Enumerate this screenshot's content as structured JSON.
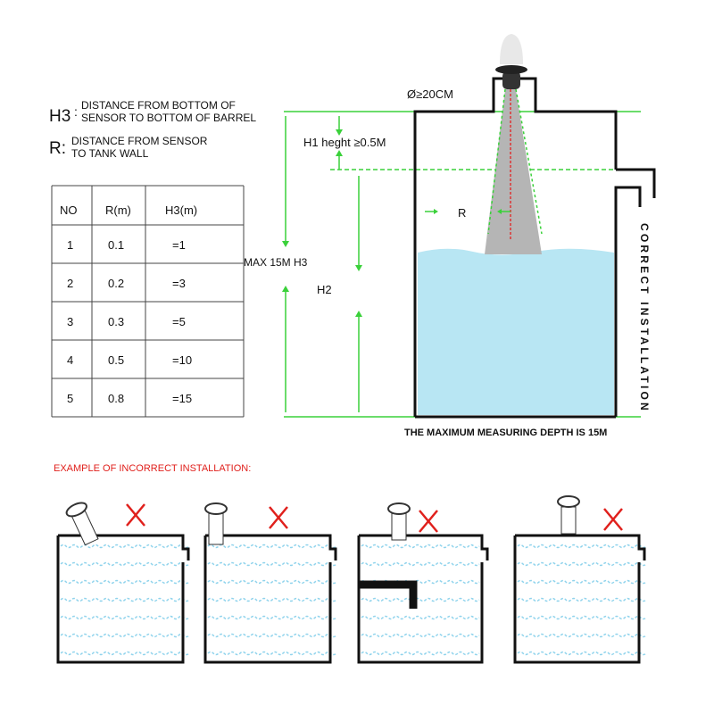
{
  "legend": {
    "h3_symbol": "H3",
    "h3_line1": "DISTANCE FROM BOTTOM OF",
    "h3_line2": "SENSOR TO BOTTOM OF BARREL",
    "r_symbol": "R:",
    "r_line1": "DISTANCE FROM SENSOR",
    "r_line2": "TO TANK WALL"
  },
  "table": {
    "headers": [
      "NO",
      "R(m)",
      "H3(m)"
    ],
    "rows": [
      [
        "1",
        "0.1",
        "=1"
      ],
      [
        "2",
        "0.2",
        "=3"
      ],
      [
        "3",
        "0.3",
        "=5"
      ],
      [
        "4",
        "0.5",
        "=10"
      ],
      [
        "5",
        "0.8",
        "=15"
      ]
    ]
  },
  "diagram": {
    "diameter": "Ø≥20CM",
    "h1": "H1 heght ≥0.5M",
    "max_h3": "MAX 15M H3",
    "h2": "H2",
    "r": "R",
    "correct": "CORRECT INSTALLATION",
    "max_depth": "THE MAXIMUM MEASURING DEPTH IS 15M"
  },
  "incorrect": {
    "title": "EXAMPLE OF INCORRECT INSTALLATION:",
    "color": "#e0201c"
  },
  "colors": {
    "water": "#b8e6f3",
    "guide": "#3ad13a"
  }
}
